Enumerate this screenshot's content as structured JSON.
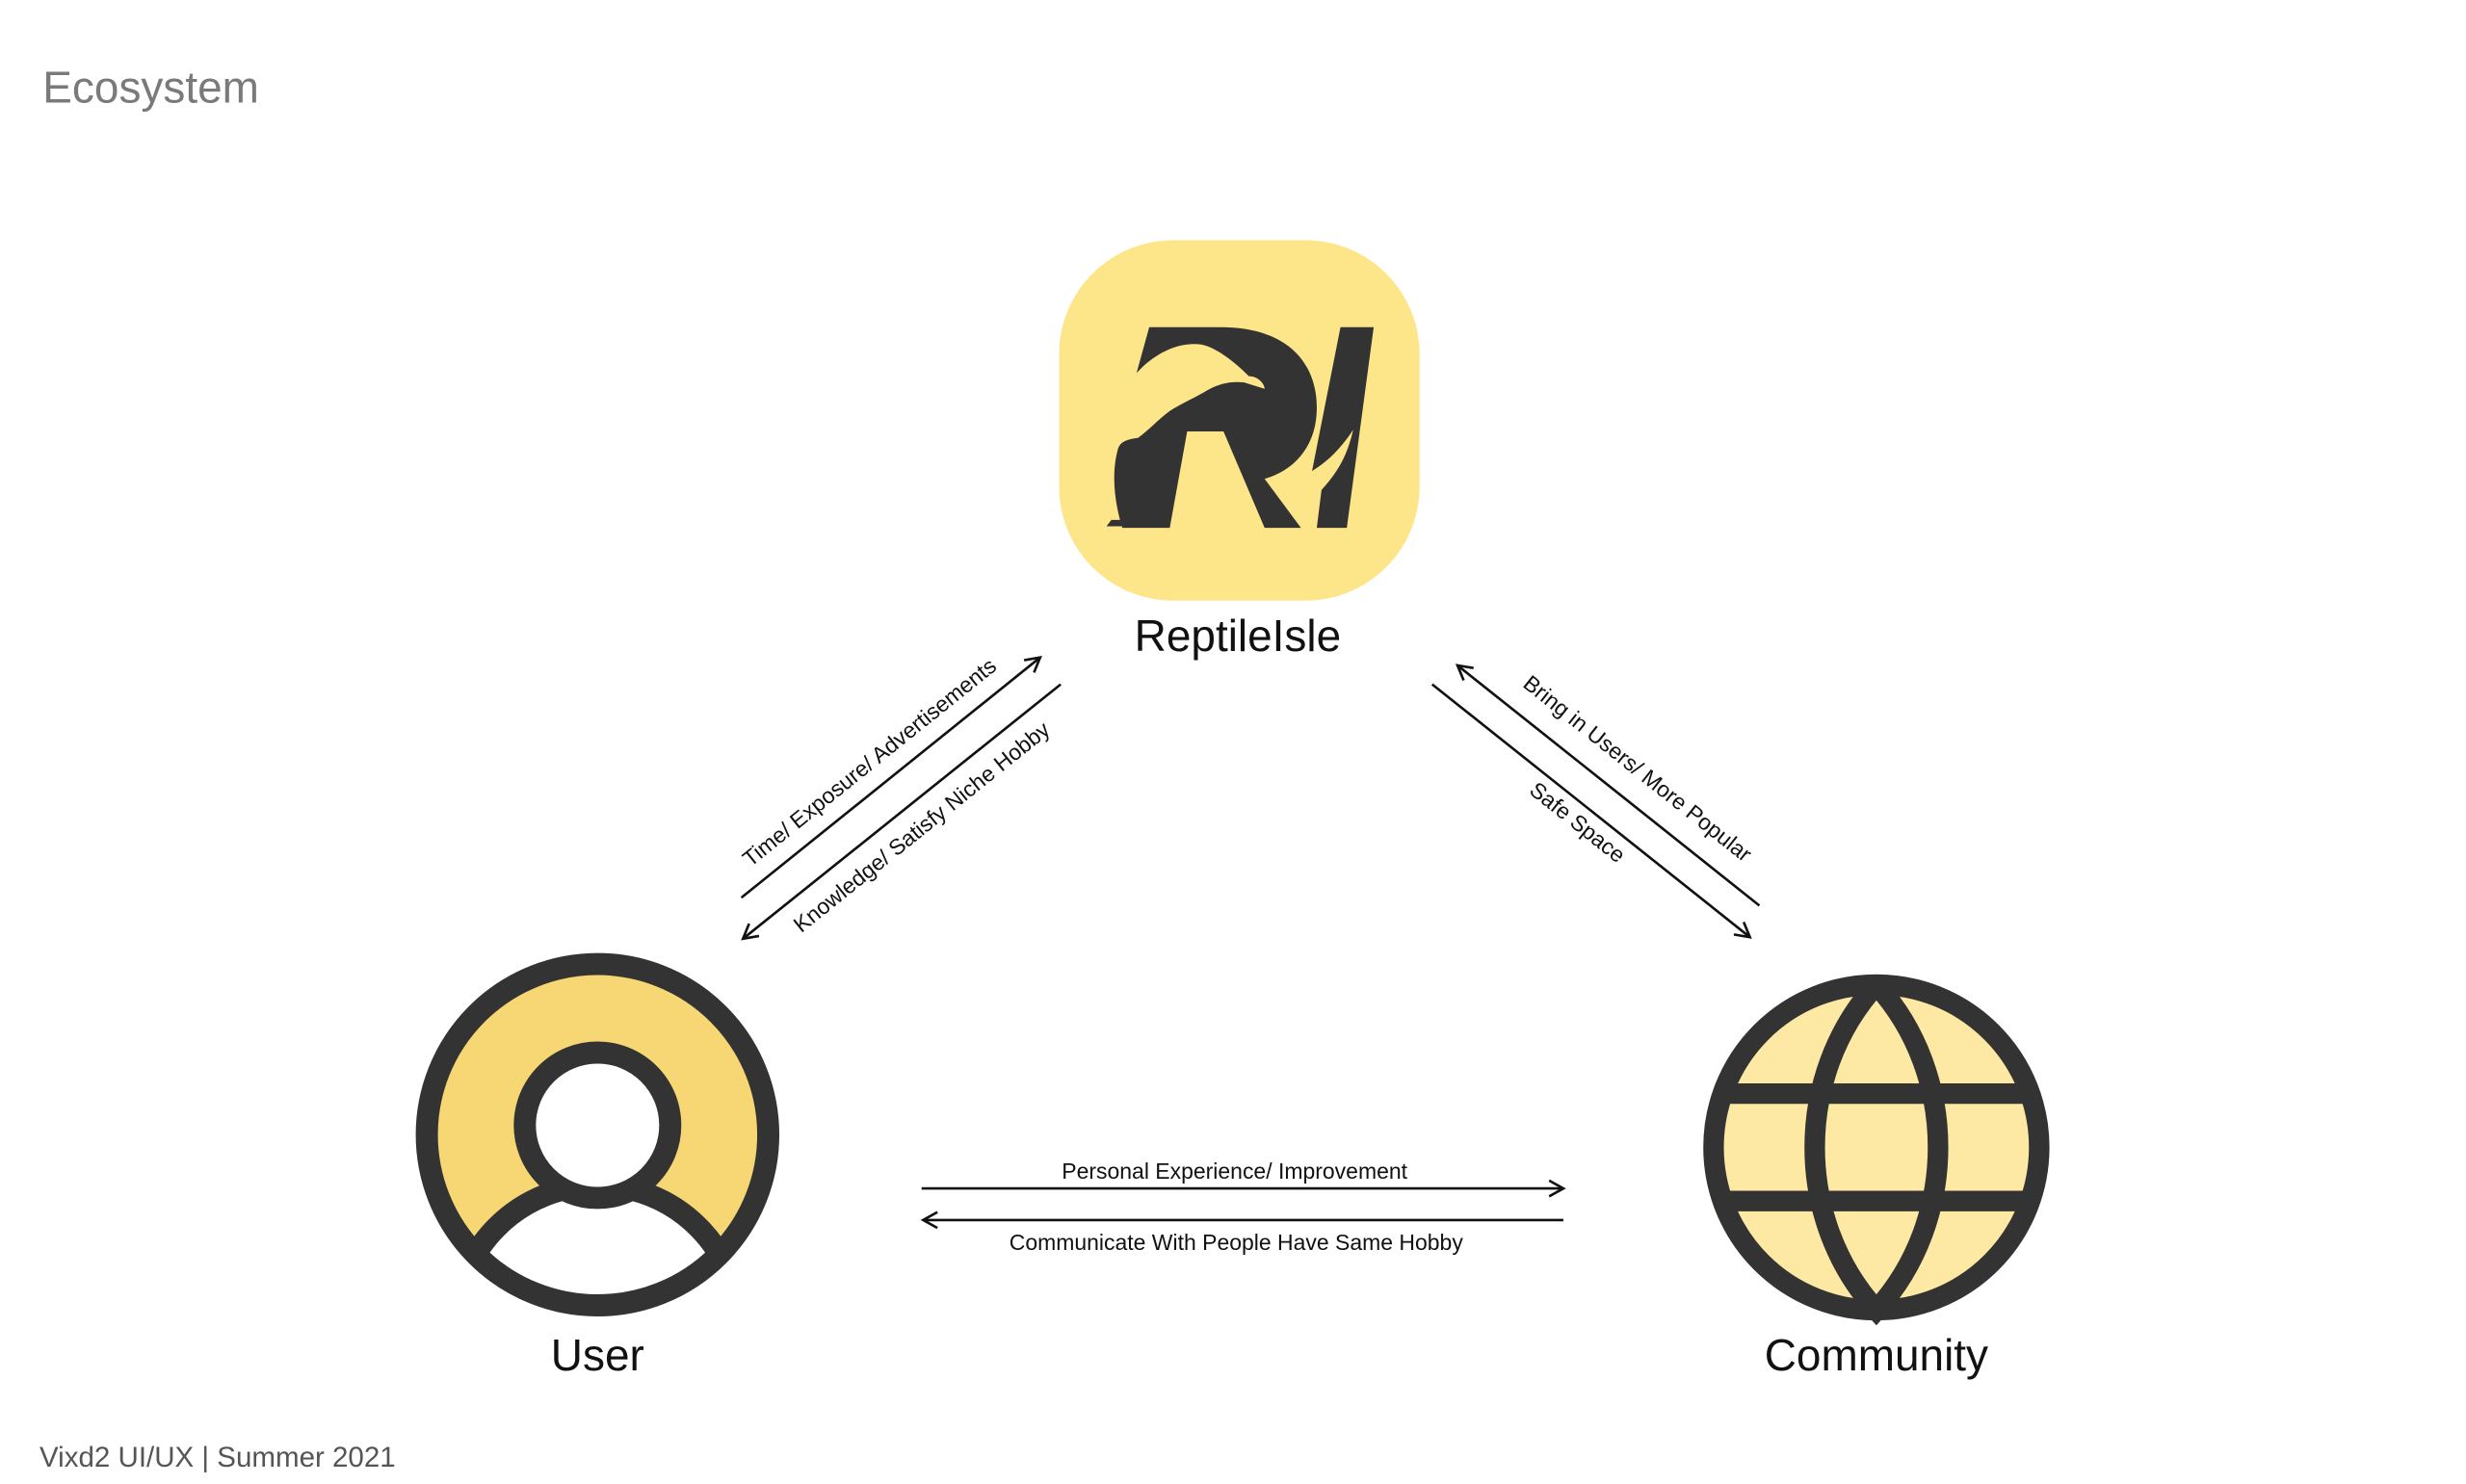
{
  "page": {
    "title": "Ecosystem",
    "footer": "Vixd2 UI/UX | Summer 2021"
  },
  "nodes": {
    "app": {
      "label": "ReptileIsle",
      "logo_text": "RI",
      "icon": "reptileisle-logo"
    },
    "user": {
      "label": "User",
      "icon": "user-icon"
    },
    "community": {
      "label": "Community",
      "icon": "globe-icon"
    }
  },
  "edges": {
    "user_to_app": "Time/ Exposure/ Advertisements",
    "app_to_user": "Knowledge/ Satisfy Niche Hobby",
    "community_to_app": "Bring in Users/ More Popular",
    "app_to_community": "Safe Space",
    "user_to_community": "Personal Experience/ Improvement",
    "community_to_user": "Communicate With People Have Same Hobby"
  },
  "colors": {
    "logo_bg": "#FDE58A",
    "user_fill": "#F7D774",
    "globe_fill": "#FDE9A3",
    "ink": "#333333"
  }
}
